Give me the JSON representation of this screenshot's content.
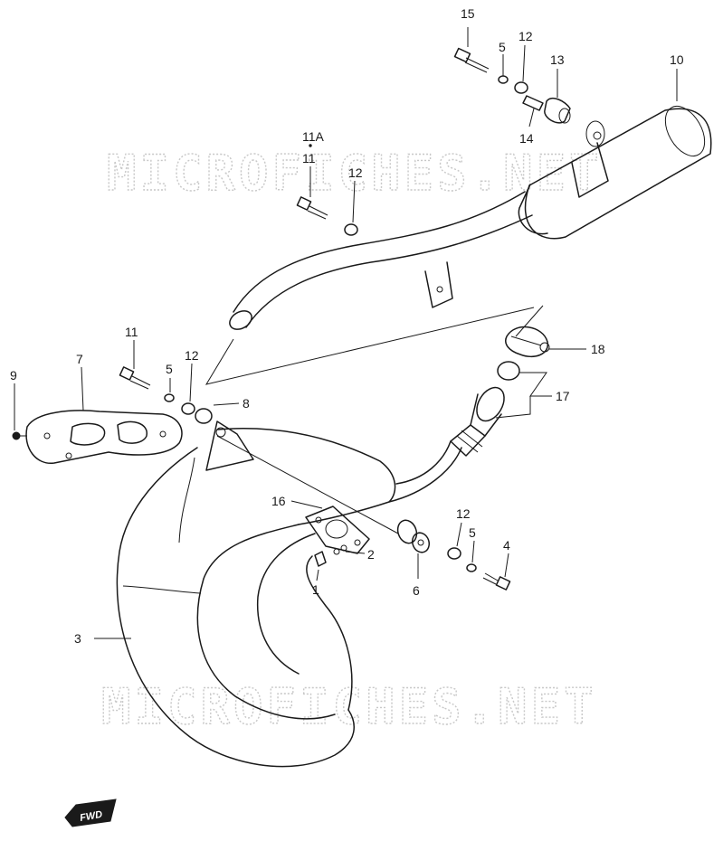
{
  "watermark": {
    "text_top": "MICROFICHES.NET",
    "text_bottom": "MICROFICHES.NET"
  },
  "direction_badge": {
    "text": "FWD"
  },
  "callouts": {
    "c1": "1",
    "c2": "2",
    "c3": "3",
    "c4": "4",
    "c5a": "5",
    "c5b": "5",
    "c5c": "5",
    "c6": "6",
    "c7": "7",
    "c8": "8",
    "c9": "9",
    "c10": "10",
    "c11": "11",
    "c11b": "11",
    "c11a": "11A",
    "c12a": "12",
    "c12b": "12",
    "c12c": "12",
    "c12d": "12",
    "c13": "13",
    "c14": "14",
    "c15": "15",
    "c16": "16",
    "c17": "17",
    "c18": "18"
  },
  "colors": {
    "ink": "#1a1a1a",
    "watermark": "#c8c8c8"
  }
}
